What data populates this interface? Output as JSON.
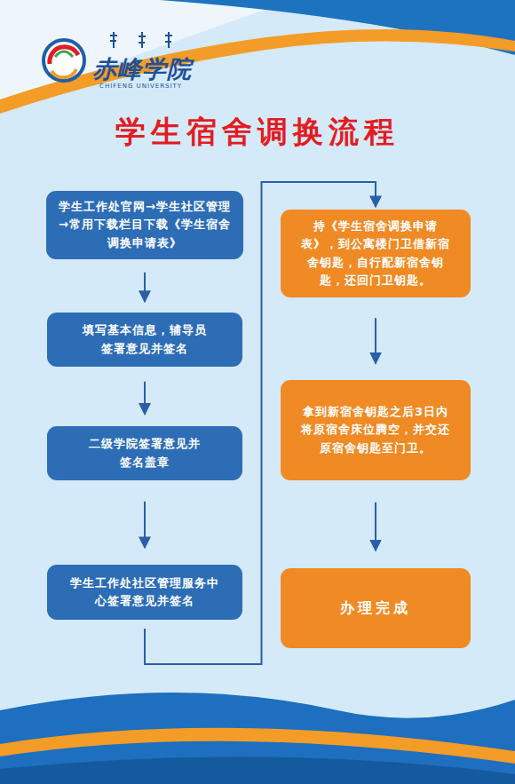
{
  "diagram": {
    "title": "学生宿舍调换流程",
    "nodes": [
      {
        "text": [
          "学生工作处官网→学生社区管理→常用下载栏目下载《学生宿舍调换申请表》"
        ]
      },
      {
        "text": [
          "填写基本信息，辅导员签署意见并签名"
        ]
      },
      {
        "text": [
          "二级学院签署意见并签名盖章"
        ]
      },
      {
        "text": [
          "学生工作处社区管理服务中心签署意见并签名"
        ]
      },
      {
        "text": [
          "持《学生宿舍调换申请表》，到公寓楼门卫借新宿舍钥匙，自行配新宿舍钥匙，还回门卫钥匙。"
        ]
      },
      {
        "text": [
          "拿到新宿舍钥匙之后3日内将原宿舍床位腾空，并交还原宿舍钥匙至门卫。"
        ]
      },
      {
        "text": [
          "办理完成"
        ]
      }
    ],
    "edges": [
      {
        "from": 0,
        "to": 1,
        "arrow": "to"
      },
      {
        "from": 1,
        "to": 2,
        "arrow": "to"
      },
      {
        "from": 2,
        "to": 3,
        "arrow": "to"
      },
      {
        "from": 3,
        "to": 4,
        "arrow": "to"
      },
      {
        "from": 4,
        "to": 5,
        "arrow": "to"
      },
      {
        "from": 5,
        "to": 6,
        "arrow": "to"
      }
    ],
    "labels": [
      "赤峰学院",
      "CHIFENG UNIVERSITY"
    ]
  }
}
